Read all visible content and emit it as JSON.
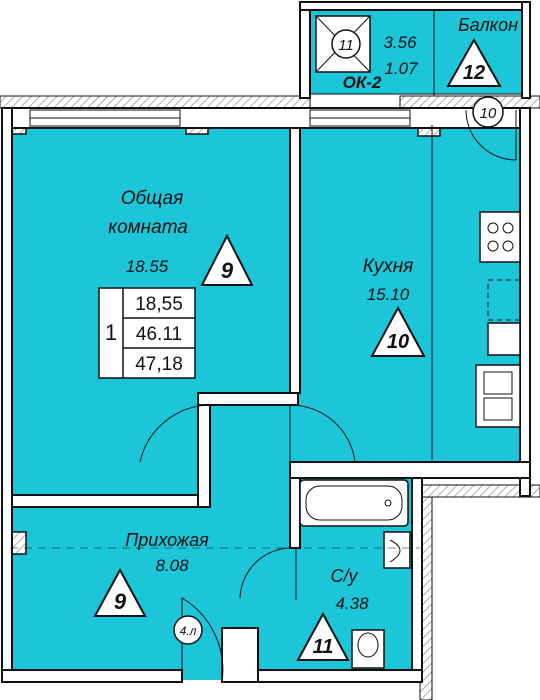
{
  "rooms": {
    "living": {
      "name_line1": "Общая",
      "name_line2": "комната",
      "area": "18.55",
      "marker": "9"
    },
    "kitchen": {
      "name": "Кухня",
      "area": "15.10",
      "marker": "10"
    },
    "hallway": {
      "name": "Прихожая",
      "area": "8.08",
      "marker": "9"
    },
    "bathroom": {
      "name": "С/у",
      "area": "4.38",
      "marker": "11"
    },
    "balcony": {
      "name": "Балкон",
      "area_line1": "3.56",
      "area_line2": "1.07",
      "marker": "12"
    }
  },
  "summary": {
    "rooms_count": "1",
    "living_area": "18,55",
    "total_area": "46.11",
    "total_with_balcony": "47,18"
  },
  "callouts": {
    "ok": "ОК-2",
    "door_circle": "10",
    "balcony_circle": "11",
    "entry_circle": "4.л"
  },
  "colors": {
    "room_fill": "#1cc6d8",
    "wall": "#111111",
    "hatch": "#777777"
  }
}
